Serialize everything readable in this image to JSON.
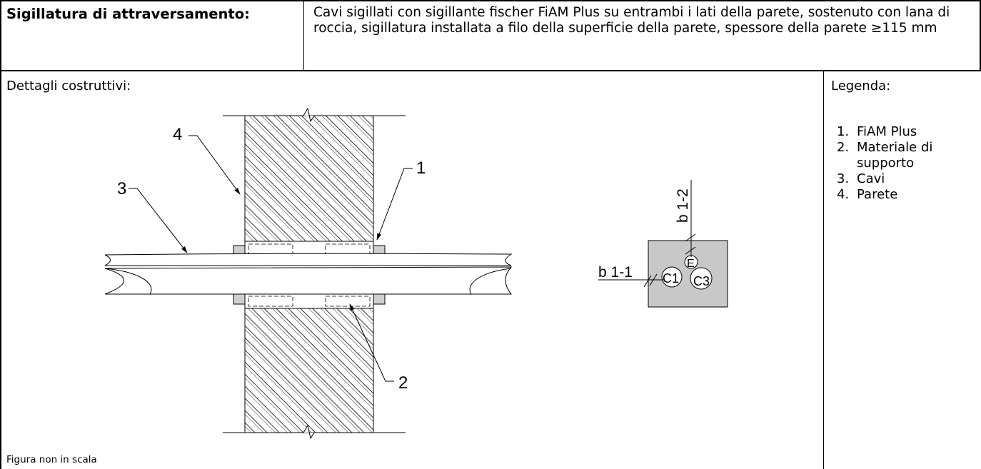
{
  "header": {
    "title": "Sigillatura di attraversamento:",
    "description": "Cavi sigillati con sigillante fischer FiAM Plus su entrambi i lati della parete, sostenuto con lana di roccia, sigillatura installata a filo della superficie della parete, spessore della parete ≥115 mm"
  },
  "details": {
    "label": "Dettagli costruttivi:",
    "note": "Figura non in scala",
    "callouts": [
      "1",
      "2",
      "3",
      "4"
    ],
    "section_labels": {
      "b11": "b 1-1",
      "b12": "b 1-2",
      "c1": "C1",
      "c3": "C3",
      "e": "E"
    }
  },
  "legend": {
    "title": "Legenda:",
    "items": [
      {
        "num": "1.",
        "text": "FiAM Plus"
      },
      {
        "num": "2.",
        "text": "Materiale di supporto"
      },
      {
        "num": "3.",
        "text": "Cavi"
      },
      {
        "num": "4.",
        "text": "Parete"
      }
    ]
  }
}
